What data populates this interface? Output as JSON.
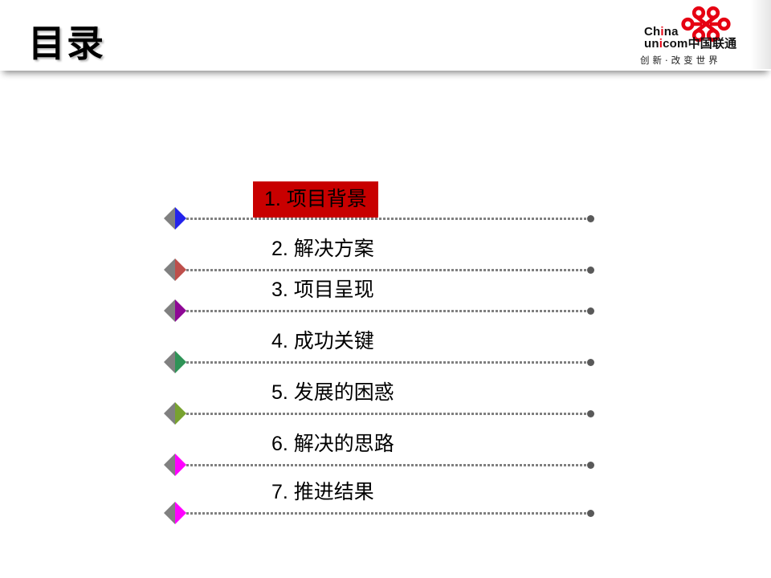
{
  "header": {
    "title": "目录"
  },
  "logo": {
    "brand_line1": {
      "pre": "Ch",
      "i": "i",
      "post": "na"
    },
    "brand_line2": {
      "pre": "un",
      "i": "i",
      "post": "com",
      "cjk": "中国联通"
    },
    "tagline": "创新·改变世界",
    "accent_red": "#E60012"
  },
  "toc": {
    "items": [
      {
        "label": "1. 项目背景",
        "diamond_color": "#2323EC",
        "highlighted": true
      },
      {
        "label": "2. 解决方案",
        "diamond_color": "#BE4F4B",
        "highlighted": false
      },
      {
        "label": "3. 项目呈现",
        "diamond_color": "#8E0895",
        "highlighted": false
      },
      {
        "label": "4. 成功关键",
        "diamond_color": "#2F9357",
        "highlighted": false
      },
      {
        "label": "5. 发展的困惑",
        "diamond_color": "#78A22F",
        "highlighted": false
      },
      {
        "label": "6. 解决的思路",
        "diamond_color": "#FF00FF",
        "highlighted": false
      },
      {
        "label": "7. 推进结果",
        "diamond_color": "#FF00FF",
        "highlighted": false
      }
    ],
    "highlight_color": "#C80000",
    "diamond_gray": "#808080",
    "dot_line_color": "#808080",
    "end_dot_color": "#595959"
  }
}
